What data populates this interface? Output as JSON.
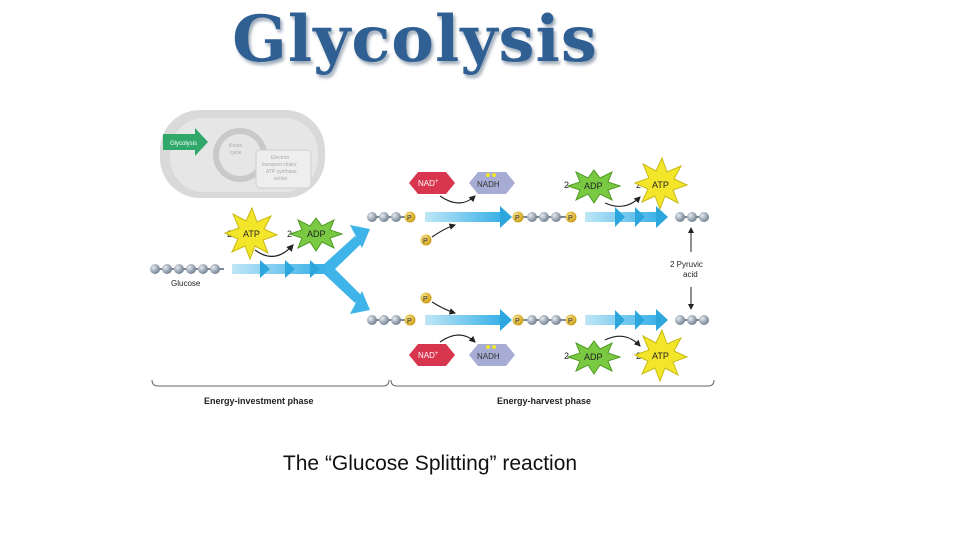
{
  "title": "Glycolysis",
  "caption": "The “Glucose Splitting” reaction",
  "inset": {
    "glycolysis_label": "Glycolysis",
    "krebs_label_1": "Krebs",
    "krebs_label_2": "cycle",
    "etc_label_1": "Electron",
    "etc_label_2": "transport chain/",
    "etc_label_3": "ATP synthase",
    "etc_label_4": "action"
  },
  "diagram": {
    "glucose_label": "Glucose",
    "atp": "ATP",
    "adp": "ADP",
    "nad": "NAD",
    "nad_sup": "+",
    "nadh": "NADH",
    "phosphate": "P",
    "coef_2": "2",
    "pyruvic_1": "2 Pyruvic",
    "pyruvic_2": "acid",
    "investment_phase": "Energy-investment phase",
    "harvest_phase": "Energy-harvest phase"
  },
  "colors": {
    "title": "#2f5f93",
    "arrow": "#3fb4e8",
    "atp": "#f3e62a",
    "adp": "#7ac943",
    "nad": "#d8354e",
    "nadh": "#a7acd4",
    "phosphate": "#e0b21c",
    "bead": "#8c9bab"
  }
}
